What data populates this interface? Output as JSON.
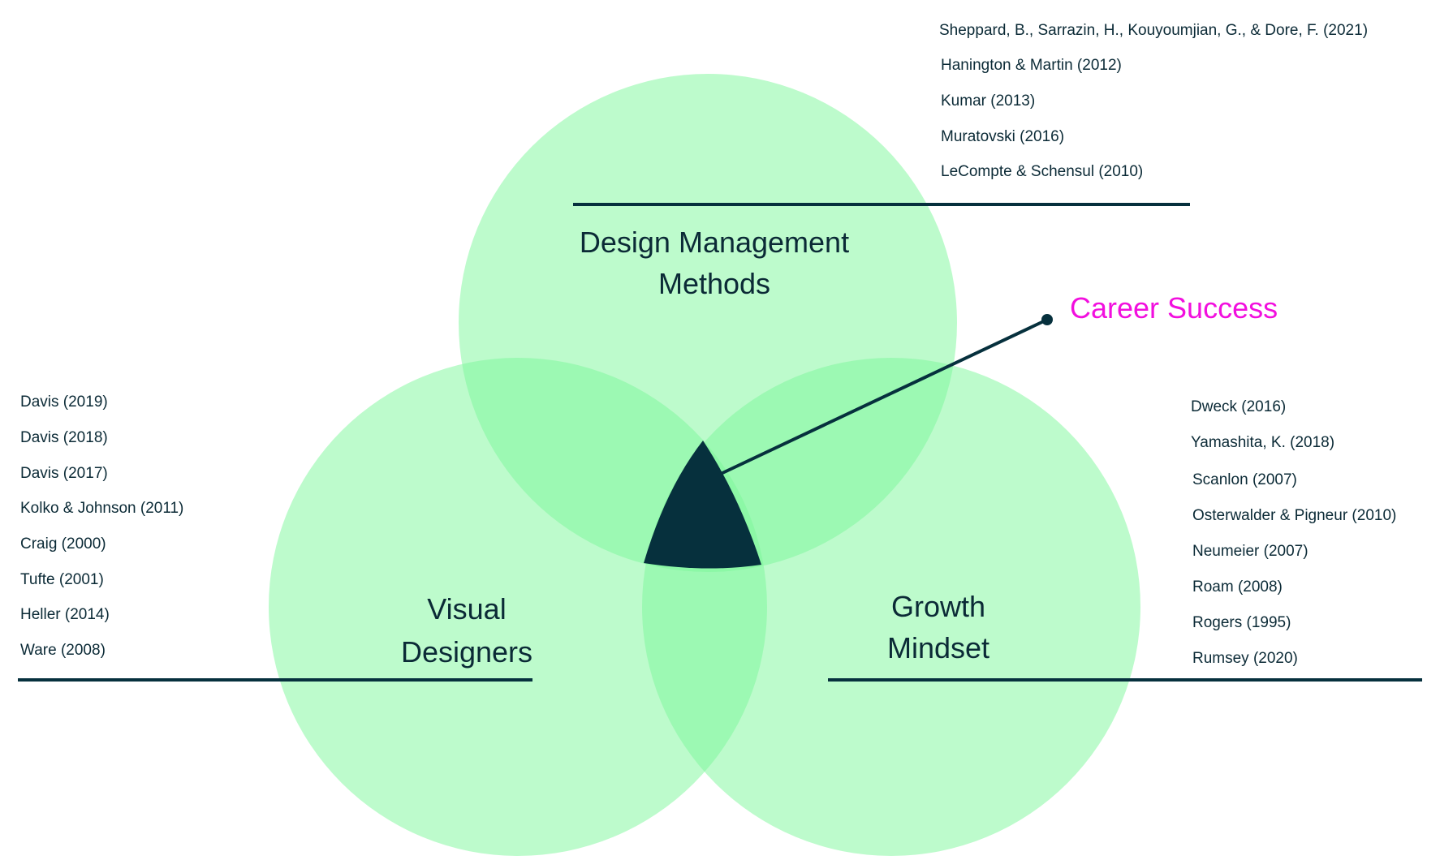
{
  "colors": {
    "circle_fill": "#7CF79A",
    "overlap_fill": "#8ff5a8",
    "dark": "#06303d",
    "accent": "#f20fde",
    "text": "#0b2a36"
  },
  "diagram": {
    "circles": [
      {
        "id": "design-management",
        "label_lines": [
          "Design Management",
          "Methods"
        ]
      },
      {
        "id": "visual-designers",
        "label_lines": [
          "Visual",
          "Designers"
        ]
      },
      {
        "id": "growth-mindset",
        "label_lines": [
          "Growth",
          "Mindset"
        ]
      }
    ],
    "center": {
      "label": "Career Success"
    }
  },
  "references": {
    "design_management": [
      "Sheppard, B., Sarrazin, H., Kouyoumjian, G., & Dore, F. (2021)",
      "Hanington & Martin (2012)",
      "Kumar (2013)",
      "Muratovski  (2016)",
      "LeCompte & Schensul (2010)"
    ],
    "visual_designers": [
      "Davis (2019)",
      "Davis (2018)",
      "Davis (2017)",
      "Kolko & Johnson (2011)",
      "Craig (2000)",
      "Tufte (2001)",
      "Heller (2014)",
      "Ware (2008)"
    ],
    "growth_mindset": [
      "Dweck (2016)",
      "Yamashita, K. (2018)",
      "Scanlon (2007)",
      "Osterwalder & Pigneur (2010)",
      "Neumeier (2007)",
      "Roam (2008)",
      "Rogers (1995)",
      "Rumsey (2020)"
    ]
  }
}
